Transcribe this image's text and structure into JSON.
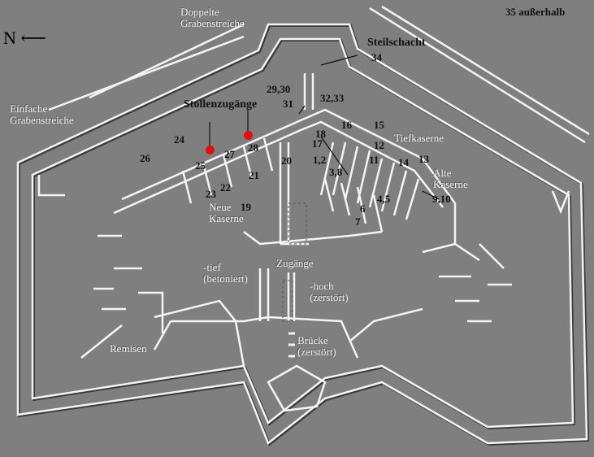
{
  "header": {
    "north_label": "N",
    "north_arrow_icon": "arrow-left-icon",
    "outside_note": "35 außerhalb"
  },
  "labels": {
    "doppelte_grabenstreiche": [
      "Doppelte",
      "Grabenstreiche"
    ],
    "einfache_grabenstreiche": [
      "Einfache",
      "Grabenstreiche"
    ],
    "steilschacht": "Steilschacht",
    "stollenzugaenge": "Stollenzugänge",
    "tiefkaserne": "Tiefkaserne",
    "alte_kaserne": [
      "Alte",
      "Kaserne"
    ],
    "neue_kaserne": [
      "Neue",
      "Kaserne"
    ],
    "zugaenge": "Zugänge",
    "tief": [
      "-tief",
      "(betoniert)"
    ],
    "hoch": [
      "-hoch",
      "(zerstört)"
    ],
    "bruecke": [
      "Brücke",
      "(zerstört)"
    ],
    "remisen": "Remisen"
  },
  "numbers": [
    "34",
    "29,30",
    "31",
    "32,33",
    "16",
    "15",
    "18",
    "17",
    "12",
    "13",
    "14",
    "11",
    "1,2",
    "3,8",
    "20",
    "21",
    "28",
    "27",
    "22",
    "23",
    "25",
    "24",
    "26",
    "19",
    "4,5",
    "6",
    "7",
    "9,10"
  ],
  "markers": {
    "color": "#e01010",
    "count": 2
  }
}
